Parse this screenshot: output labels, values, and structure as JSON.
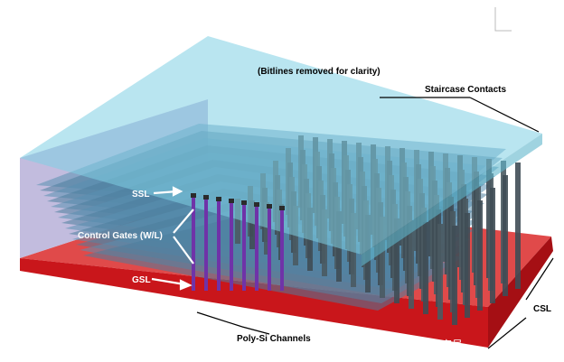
{
  "labels": {
    "bitlines_note": "(Bitlines removed for clarity)",
    "staircase": "Staircase Contacts",
    "ssl": "SSL",
    "control_gates": "Control Gates (W/L)",
    "gsl": "GSL",
    "poly_si": "Poly-Si Channels",
    "csl": "CSL",
    "watermark": "百家号"
  },
  "colors": {
    "top_plate": "#7fcfe3",
    "side_plate": "#b9b2d6",
    "substrate": "#d8262a",
    "layer": "#5a8fb0",
    "pillar": "#6f33a8",
    "contact": "#4a5a62",
    "label_text": "#000000",
    "arrow": "#ffffff",
    "watermark": "#ffffff"
  }
}
